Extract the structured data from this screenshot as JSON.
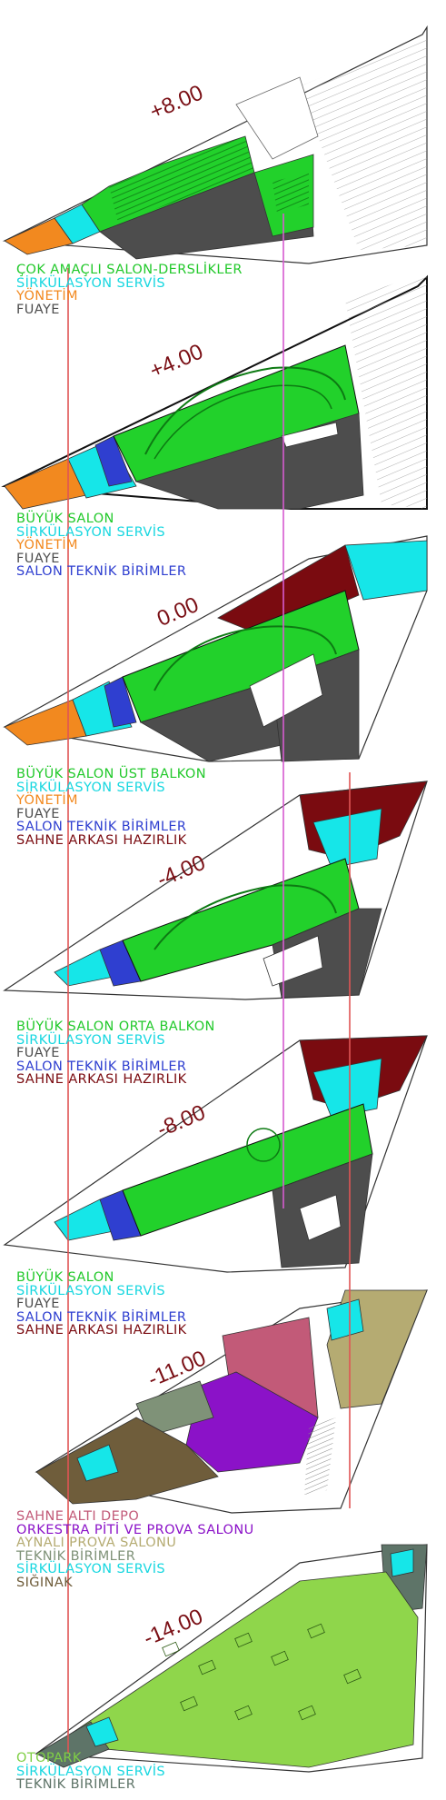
{
  "colors": {
    "green": "#22d12b",
    "cyan": "#16e6e8",
    "orange": "#f2891f",
    "gray": "#4d4d4d",
    "blue": "#2f3fd0",
    "darkred": "#7a0b10",
    "pink": "#c25a78",
    "purple": "#8b12c8",
    "olive": "#b5ab72",
    "sage": "#7f9278",
    "brown": "#6f5d3b",
    "lightgreen": "#8fd64b",
    "darksage": "#5e7468",
    "levelText": "#7a0f15",
    "connectorRed": "#e05555",
    "connectorPink": "#d65bd0"
  },
  "levels": [
    {
      "label": "+8.00",
      "legend": [
        {
          "text": "ÇOK AMAÇLI SALON-DERSLİKLER",
          "color": "#22c92b"
        },
        {
          "text": "SİRKÜLASYON SERVİS",
          "color": "#18d7e0"
        },
        {
          "text": "YÖNETİM",
          "color": "#f2891f"
        },
        {
          "text": "FUAYE",
          "color": "#4d4d4d"
        }
      ]
    },
    {
      "label": "+4.00",
      "legend": [
        {
          "text": "BÜYÜK SALON",
          "color": "#22c92b"
        },
        {
          "text": "SİRKÜLASYON SERVİS",
          "color": "#18d7e0"
        },
        {
          "text": "YÖNETİM",
          "color": "#f2891f"
        },
        {
          "text": "FUAYE",
          "color": "#4d4d4d"
        },
        {
          "text": "SALON TEKNİK BİRİMLER",
          "color": "#2f3fd0"
        }
      ]
    },
    {
      "label": "0.00",
      "legend": [
        {
          "text": "BÜYÜK SALON ÜST BALKON",
          "color": "#22c92b"
        },
        {
          "text": "SİRKÜLASYON SERVİS",
          "color": "#18d7e0"
        },
        {
          "text": "YÖNETİM",
          "color": "#f2891f"
        },
        {
          "text": "FUAYE",
          "color": "#4d4d4d"
        },
        {
          "text": "SALON TEKNİK BİRİMLER",
          "color": "#2f3fd0"
        },
        {
          "text": "SAHNE ARKASI HAZIRLIK",
          "color": "#7a0b10"
        }
      ]
    },
    {
      "label": "-4.00",
      "legend": [
        {
          "text": "BÜYÜK SALON ORTA BALKON",
          "color": "#22c92b"
        },
        {
          "text": "SİRKÜLASYON SERVİS",
          "color": "#18d7e0"
        },
        {
          "text": "FUAYE",
          "color": "#4d4d4d"
        },
        {
          "text": "SALON TEKNİK BİRİMLER",
          "color": "#2f3fd0"
        },
        {
          "text": "SAHNE ARKASI HAZIRLIK",
          "color": "#7a0b10"
        }
      ]
    },
    {
      "label": "-8.00",
      "legend": [
        {
          "text": "BÜYÜK SALON",
          "color": "#22c92b"
        },
        {
          "text": "SİRKÜLASYON SERVİS",
          "color": "#18d7e0"
        },
        {
          "text": "FUAYE",
          "color": "#4d4d4d"
        },
        {
          "text": "SALON TEKNİK BİRİMLER",
          "color": "#2f3fd0"
        },
        {
          "text": "SAHNE ARKASI HAZIRLIK",
          "color": "#7a0b10"
        }
      ]
    },
    {
      "label": "-11.00",
      "legend": [
        {
          "text": "SAHNE ALTI DEPO",
          "color": "#c25a78"
        },
        {
          "text": "ORKESTRA PİTİ VE PROVA SALONU",
          "color": "#8b12c8"
        },
        {
          "text": "AYNALI PROVA SALONU",
          "color": "#b5ab72"
        },
        {
          "text": "TEKNİK BİRİMLER",
          "color": "#7f9278"
        },
        {
          "text": "SİRKÜLASYON SERVİS",
          "color": "#18d7e0"
        },
        {
          "text": "SIĞINAK",
          "color": "#6f5d3b"
        }
      ]
    },
    {
      "label": "-14.00",
      "legend": [
        {
          "text": "OTOPARK",
          "color": "#7fcf45"
        },
        {
          "text": "SİRKÜLASYON SERVİS",
          "color": "#18d7e0"
        },
        {
          "text": "TEKNİK BİRİMLER",
          "color": "#5e7468"
        }
      ]
    }
  ]
}
